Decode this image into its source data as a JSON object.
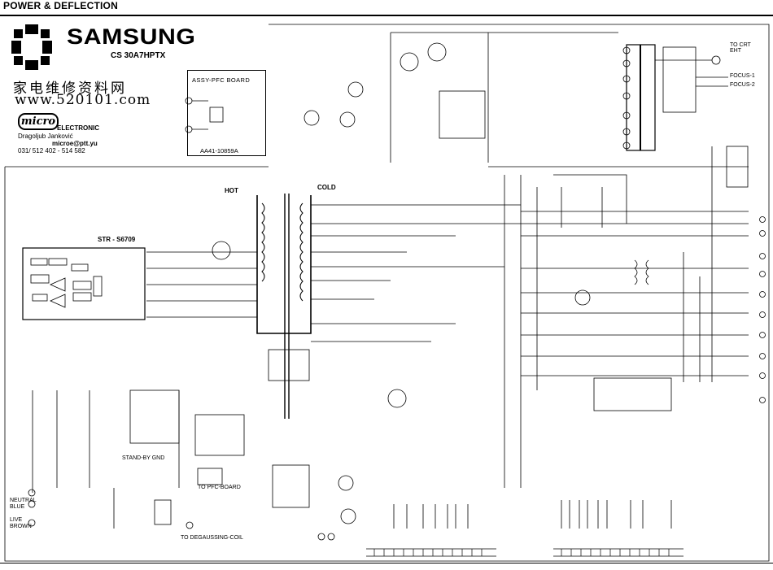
{
  "header": {
    "title": "POWER & DEFLECTION"
  },
  "brand": {
    "name": "SAMSUNG",
    "model": "CS 30A7HPTX",
    "watermark_text": "家电维修资料网",
    "watermark_url": "www.520101.com"
  },
  "credits": {
    "logo_text": "micro",
    "company": "ELECTRONIC",
    "author": "Dragoljub Janković",
    "email": "microe@ptt.yu",
    "phone": "031/ 512 402 - 514 582"
  },
  "pfc_board": {
    "title": "ASSY-PFC BOARD",
    "part_number": "AA41-10859A"
  },
  "labels": {
    "hot": "HOT",
    "cold": "COLD",
    "ic": "STR - S6709",
    "standby_gnd": "STAND-BY GND",
    "to_pfc_board": "TO PFC-BOARD",
    "to_degaussing": "TO DEGAUSSING-COIL",
    "to_crt": "TO CRT",
    "eht": "EHT",
    "focus1": "FOCUS-1",
    "focus2": "FOCUS-2",
    "neutral_1": "NEUTRAL",
    "neutral_2": "BLUE",
    "live_1": "LIVE",
    "live_2": "BROWN"
  },
  "colors": {
    "ink": "#000000",
    "paper": "#ffffff"
  }
}
